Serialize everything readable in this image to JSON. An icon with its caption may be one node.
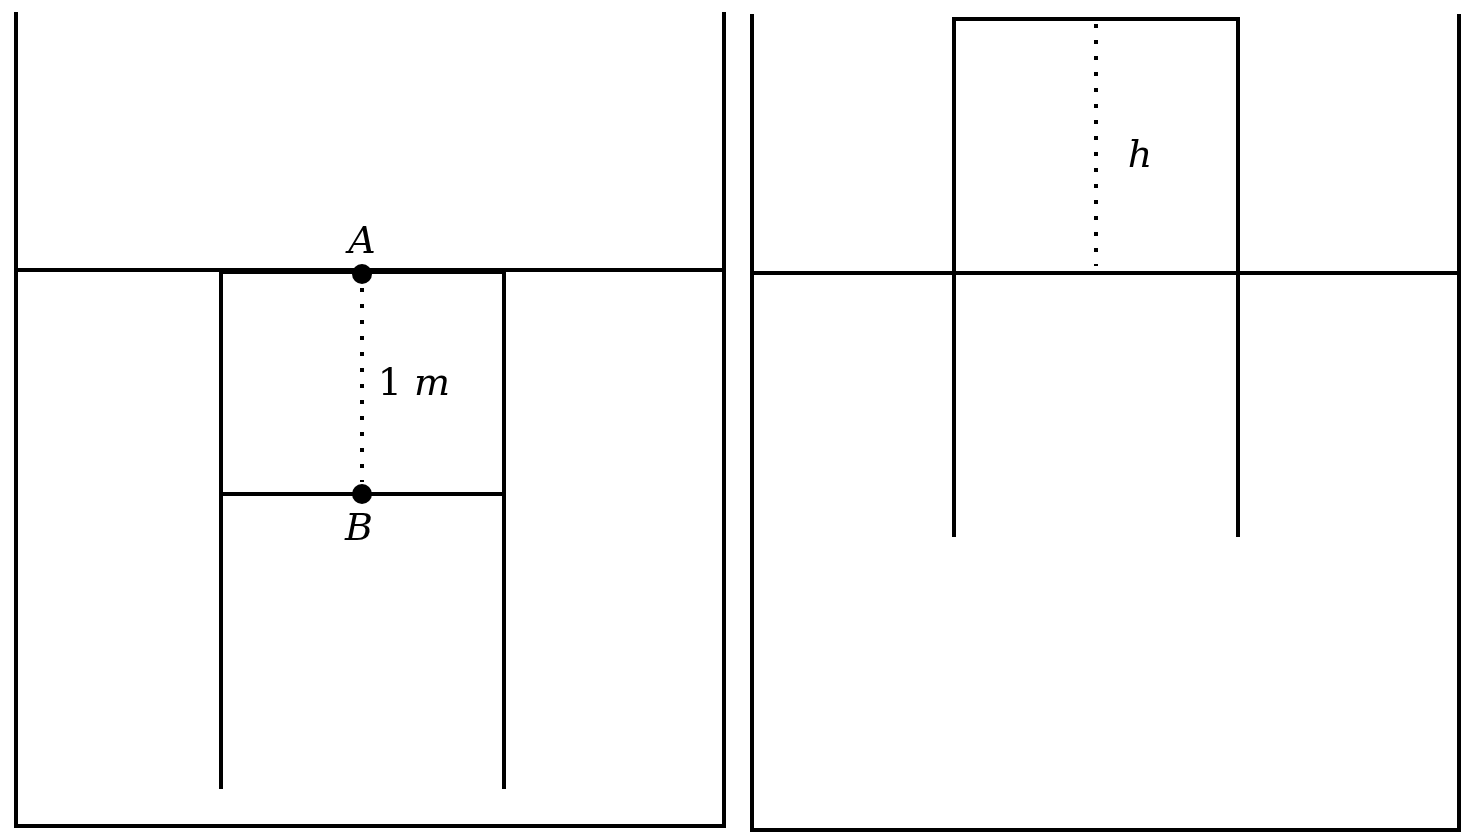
{
  "diagram": {
    "labels": [
      "A",
      "1 *m*",
      "B",
      "h"
    ]
  }
}
